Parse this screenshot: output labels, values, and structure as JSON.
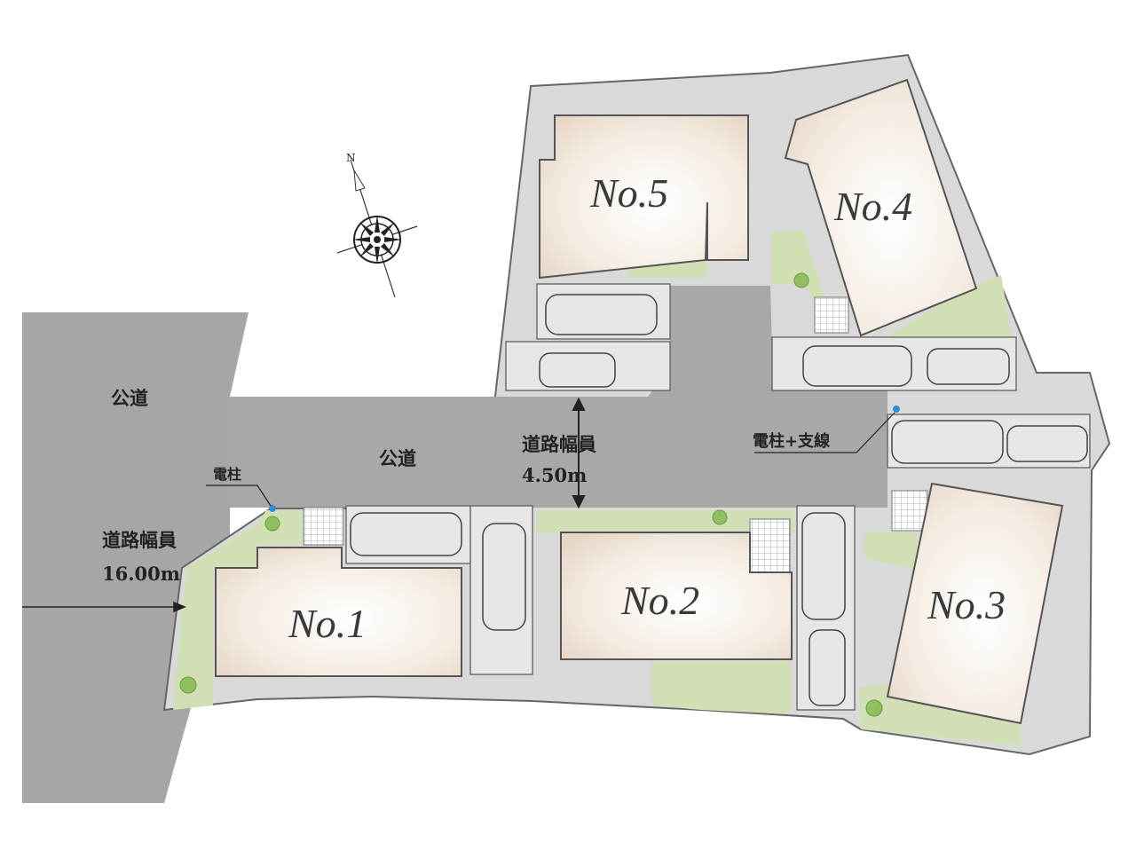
{
  "lots": [
    {
      "label": "No.1"
    },
    {
      "label": "No.2"
    },
    {
      "label": "No.3"
    },
    {
      "label": "No.4"
    },
    {
      "label": "No.5"
    }
  ],
  "roads": {
    "main_road_label": "公道",
    "inner_road_label": "公道",
    "main_width_label": "道路幅員",
    "main_width_value": "16.00m",
    "inner_width_label": "道路幅員",
    "inner_width_value": "4.50m"
  },
  "utility": {
    "pole_label": "電柱",
    "pole_guy_label": "電柱+支線"
  },
  "compass": {
    "north_label": "N"
  },
  "colors": {
    "road": "#a8a8a8",
    "paving": "#d9d9d9",
    "lawn": "#d2dfb5",
    "house": "#efe5da",
    "tree": "#8fbf5e",
    "pole": "#2f8fd0"
  }
}
